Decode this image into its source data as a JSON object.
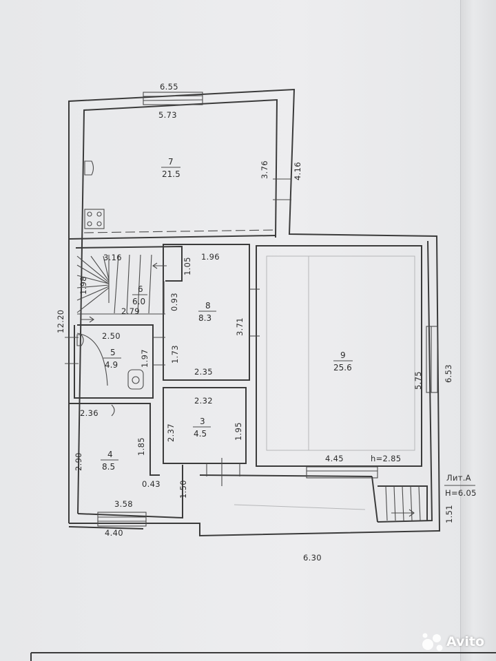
{
  "dimensions": {
    "d655": "6.55",
    "d573": "5.73",
    "d376": "3.76",
    "d416": "4.16",
    "d316": "3.16",
    "d198": "1.98",
    "d105": "1.05",
    "d196": "1.96",
    "d093": "0.93",
    "d279": "2.79",
    "d1220": "12.20",
    "d250": "2.50",
    "d197": "1.97",
    "d173": "1.73",
    "d371": "3.71",
    "d235": "2.35",
    "d232": "2.32",
    "d236": "2.36",
    "d237": "2.37",
    "d195": "1.95",
    "d185": "1.85",
    "d290": "2.90",
    "d043": "0.43",
    "d150": "1.50",
    "d358": "3.58",
    "d440": "4.40",
    "d630": "6.30",
    "d445": "4.45",
    "d575": "5.75",
    "d653": "6.53",
    "d151": "1.51"
  },
  "rooms": [
    {
      "number": "7",
      "area": "21.5"
    },
    {
      "number": "6",
      "area": "6.0"
    },
    {
      "number": "8",
      "area": "8.3"
    },
    {
      "number": "9",
      "area": "25.6"
    },
    {
      "number": "5",
      "area": "4.9"
    },
    {
      "number": "3",
      "area": "4.5"
    },
    {
      "number": "4",
      "area": "8.5"
    }
  ],
  "ceiling_height": "h=2.85",
  "litera": {
    "label": "Лит.А",
    "height": "H=6.05"
  },
  "watermark": {
    "text": "Avito",
    "icon": "avito-logo-icon"
  }
}
